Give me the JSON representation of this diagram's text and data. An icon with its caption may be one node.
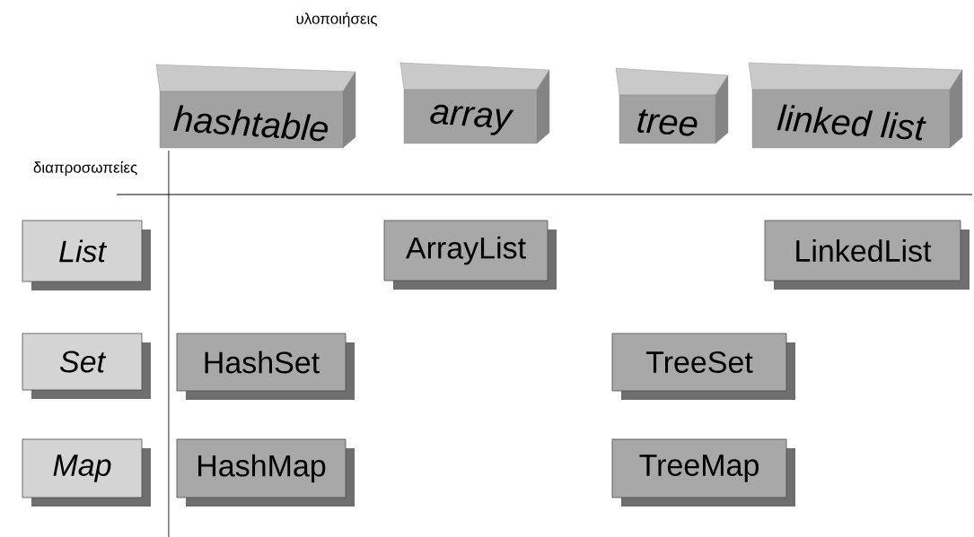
{
  "diagram": {
    "nodes": [
      {
        "text": [
          "hashtable"
        ]
      },
      {
        "text": [
          "array"
        ]
      },
      {
        "text": [
          "tree"
        ]
      },
      {
        "text": [
          "linked list"
        ]
      },
      {
        "text": [
          "List"
        ]
      },
      {
        "text": [
          "ArrayList"
        ]
      },
      {
        "text": [
          "LinkedList"
        ]
      },
      {
        "text": [
          "Set"
        ]
      },
      {
        "text": [
          "HashSet"
        ]
      },
      {
        "text": [
          "TreeSet"
        ]
      },
      {
        "text": [
          "Map"
        ]
      },
      {
        "text": [
          "HashMap"
        ]
      },
      {
        "text": [
          "TreeMap"
        ]
      }
    ],
    "labels": [
      "υλοποιήσεις",
      "διαπροσωπείες"
    ]
  }
}
